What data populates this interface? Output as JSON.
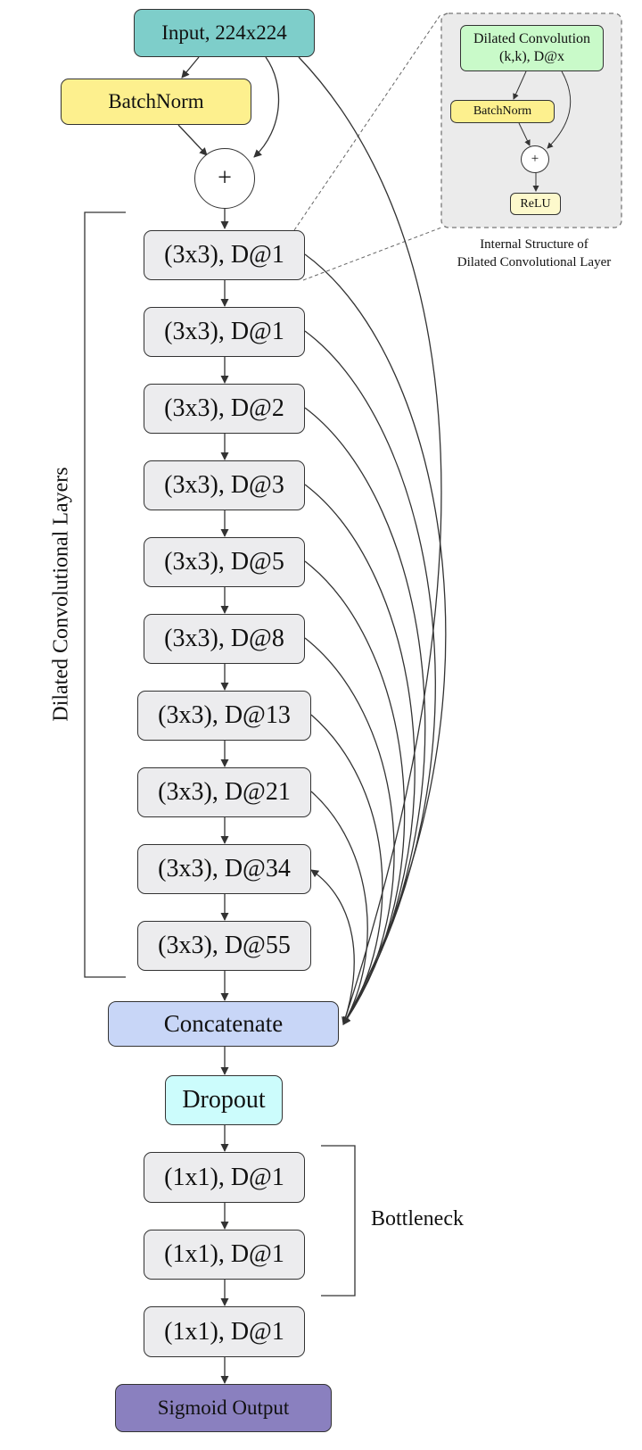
{
  "diagram": {
    "input": "Input, 224x224",
    "batchnorm": "BatchNorm",
    "plus": "+",
    "dilated_layers": [
      "(3x3), D@1",
      "(3x3), D@1",
      "(3x3), D@2",
      "(3x3), D@3",
      "(3x3), D@5",
      "(3x3), D@8",
      "(3x3), D@13",
      "(3x3), D@21",
      "(3x3), D@34",
      "(3x3), D@55"
    ],
    "concatenate": "Concatenate",
    "dropout": "Dropout",
    "bottleneck_layers": [
      "(1x1), D@1",
      "(1x1), D@1"
    ],
    "final_layer": "(1x1), D@1",
    "output": "Sigmoid Output",
    "side_label_left": "Dilated Convolutional Layers",
    "side_label_right": "Bottleneck",
    "inset": {
      "conv_line1": "Dilated Convolution",
      "conv_line2": "(k,k), D@x",
      "batchnorm": "BatchNorm",
      "plus": "+",
      "relu": "ReLU",
      "caption_line1": "Internal Structure of",
      "caption_line2": "Dilated Convolutional Layer"
    },
    "colors": {
      "input": "#7ececa",
      "batchnorm": "#fdf08e",
      "layer": "#ececee",
      "concatenate": "#c8d6f7",
      "dropout": "#ccfcfc",
      "output": "#8a80bf",
      "inset_bg": "#ebebeb",
      "inset_conv": "#c9fac9",
      "inset_batchnorm": "#fdf08e",
      "inset_relu": "#fdf9cc"
    }
  }
}
